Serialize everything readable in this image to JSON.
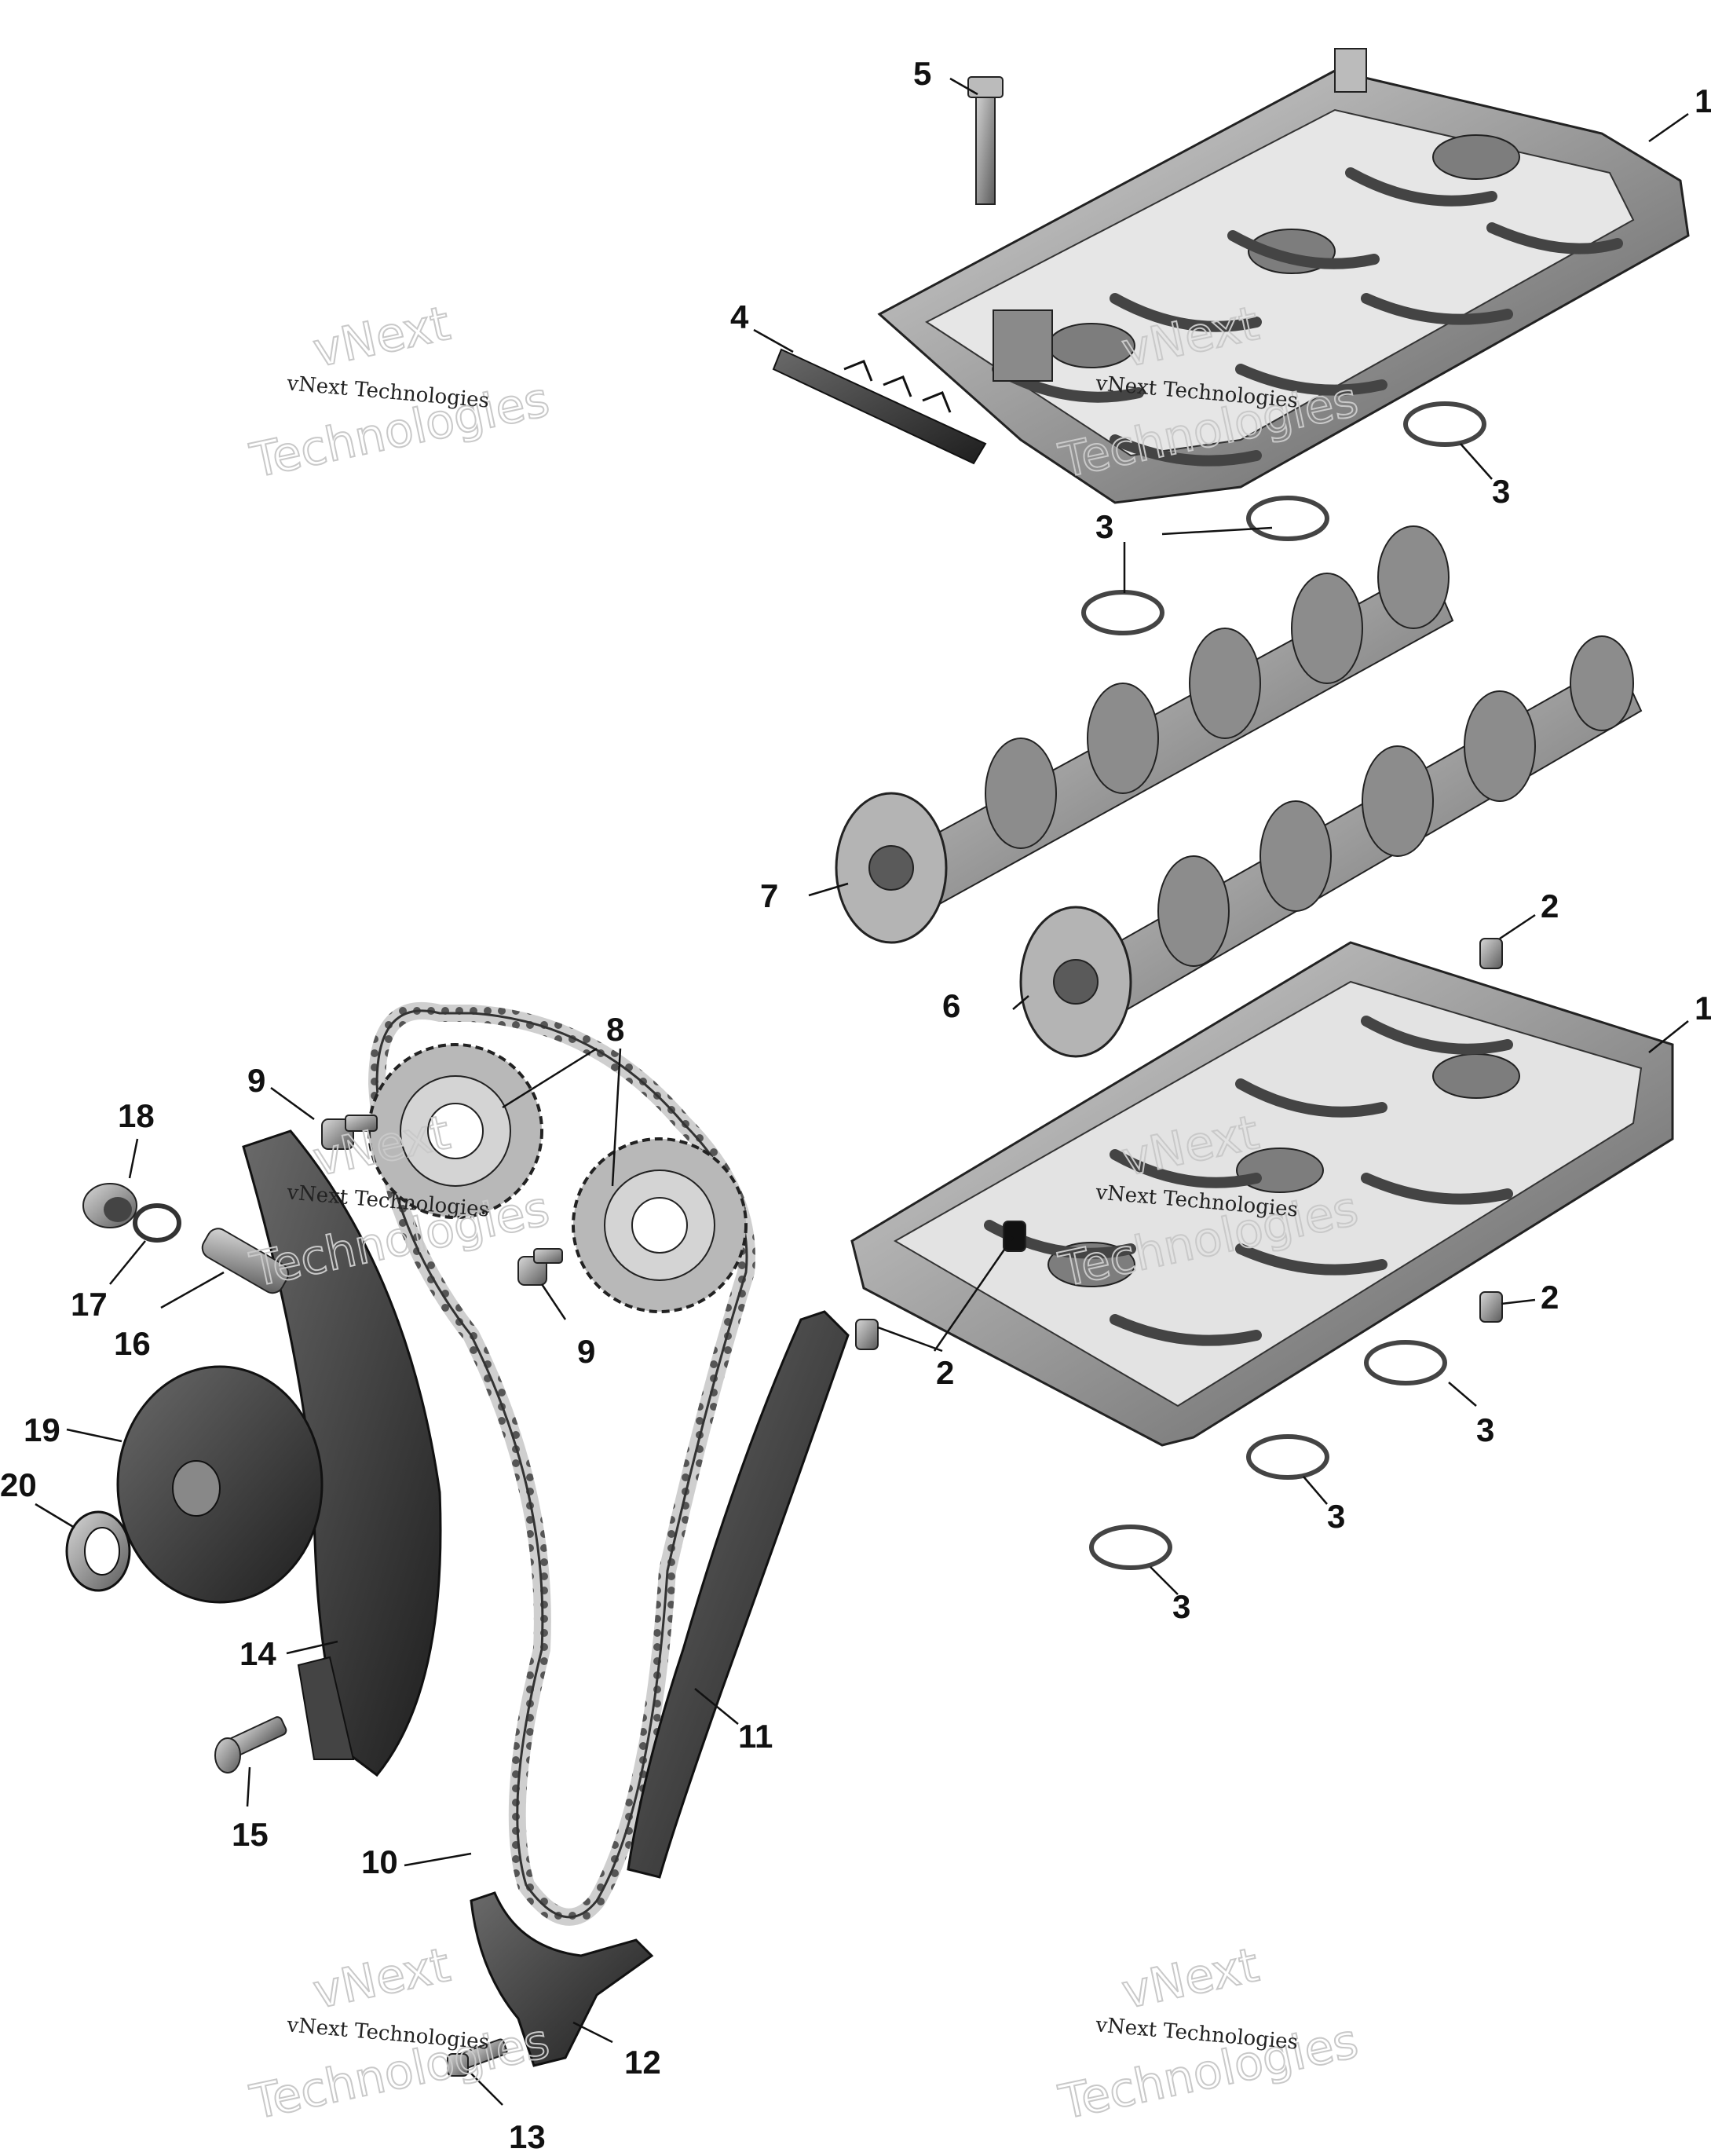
{
  "diagram": {
    "type": "exploded-parts-diagram",
    "callouts": [
      {
        "id": "c1a",
        "label": "1",
        "part": "upper-camshaft-bearing-frame"
      },
      {
        "id": "c1b",
        "label": "1",
        "part": "lower-camshaft-bearing-frame"
      },
      {
        "id": "c2a",
        "label": "2",
        "part": "dowel-pin"
      },
      {
        "id": "c2b",
        "label": "2",
        "part": "dowel-pin"
      },
      {
        "id": "c2c",
        "label": "2",
        "part": "dowel-pin"
      },
      {
        "id": "c3a",
        "label": "3",
        "part": "snap-ring"
      },
      {
        "id": "c3b",
        "label": "3",
        "part": "snap-ring"
      },
      {
        "id": "c3c",
        "label": "3",
        "part": "snap-ring"
      },
      {
        "id": "c3d",
        "label": "3",
        "part": "snap-ring"
      },
      {
        "id": "c3e",
        "label": "3",
        "part": "snap-ring"
      },
      {
        "id": "c3f",
        "label": "3",
        "part": "snap-ring"
      },
      {
        "id": "c4",
        "label": "4",
        "part": "chain-guide-insert"
      },
      {
        "id": "c5",
        "label": "5",
        "part": "screw"
      },
      {
        "id": "c6",
        "label": "6",
        "part": "exhaust-camshaft"
      },
      {
        "id": "c7",
        "label": "7",
        "part": "intake-camshaft"
      },
      {
        "id": "c8",
        "label": "8",
        "part": "camshaft-sprocket"
      },
      {
        "id": "c9a",
        "label": "9",
        "part": "sprocket-screw"
      },
      {
        "id": "c9b",
        "label": "9",
        "part": "sprocket-screw"
      },
      {
        "id": "c10",
        "label": "10",
        "part": "timing-chain"
      },
      {
        "id": "c11",
        "label": "11",
        "part": "chain-guide"
      },
      {
        "id": "c12",
        "label": "12",
        "part": "lower-chain-guide"
      },
      {
        "id": "c13",
        "label": "13",
        "part": "screw"
      },
      {
        "id": "c14",
        "label": "14",
        "part": "tensioner-guide"
      },
      {
        "id": "c15",
        "label": "15",
        "part": "pivot-bolt"
      },
      {
        "id": "c16",
        "label": "16",
        "part": "chain-tensioner-plunger"
      },
      {
        "id": "c17",
        "label": "17",
        "part": "o-ring"
      },
      {
        "id": "c18",
        "label": "18",
        "part": "tensioner-plug"
      },
      {
        "id": "c19",
        "label": "19",
        "part": "sprocket-wheel"
      },
      {
        "id": "c20",
        "label": "20",
        "part": "spacer-ring"
      }
    ]
  },
  "watermark": {
    "line_small": "vNext Technologies",
    "big_top": "vNext",
    "big_bottom": "Technologies"
  }
}
